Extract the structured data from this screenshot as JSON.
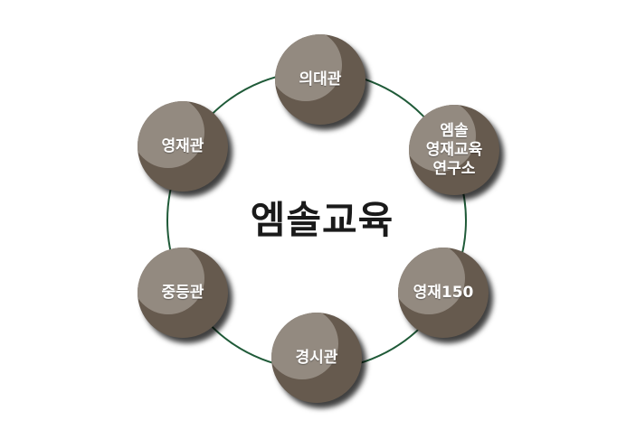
{
  "title": "엠솔교육",
  "nodes": {
    "uidaegwan": "의대관",
    "research": [
      "엠솔",
      "영재교육",
      "연구소"
    ],
    "yeongjae150": "영재150",
    "gyeongsigwan": "경시관",
    "jungdeunggwan": "중등관",
    "yeongjaegwan": "영재관"
  },
  "colors": {
    "ring": "#1f5a38",
    "node_fill": "#665a4e",
    "node_highlight": "#938a80",
    "title": "#1a1a1a"
  }
}
